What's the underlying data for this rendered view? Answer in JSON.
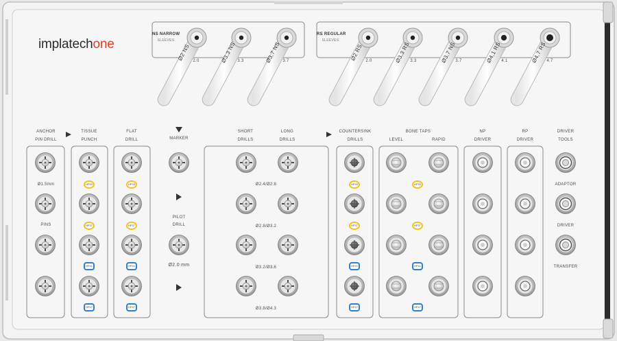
{
  "brand": {
    "main": "implatech",
    "accent": "one",
    "accent_color": "#e0402f"
  },
  "sleeves": {
    "ns": {
      "title": "NS NARROW",
      "sub": "SLEEVES",
      "items": [
        {
          "label": "Ø2 NS",
          "size": "2.0"
        },
        {
          "label": "Ø3,3 NS",
          "size": "3.3"
        },
        {
          "label": "Ø3,7 NS",
          "size": "3.7"
        }
      ]
    },
    "rs": {
      "title": "RS REGULAR",
      "sub": "SLEEVES",
      "items": [
        {
          "label": "Ø2 RS",
          "size": "2.0"
        },
        {
          "label": "Ø3,3 RS",
          "size": "3.3"
        },
        {
          "label": "Ø3,7 NS",
          "size": "3.7"
        },
        {
          "label": "Ø4,1 RS",
          "size": "4.1"
        },
        {
          "label": "Ø4,7 RS",
          "size": "4.7"
        }
      ]
    }
  },
  "headers": {
    "anchor": "ANCHOR",
    "pin_drill": "PIN DRILL",
    "tissue": "TISSUE",
    "punch": "PUNCH",
    "flat": "FLAT",
    "drill": "DRILL",
    "marker": "MARKER",
    "short": "SHORT",
    "short_drills": "DRILLS",
    "long": "LONG",
    "long_drills": "DRILLS",
    "countersink": "COUNTERSINK",
    "cs_drills": "DRILLS",
    "bone_taps": "BONE TAPS",
    "level": "LEVEL",
    "rapid": "RAPID",
    "np": "NP",
    "np_driver": "DRIVER",
    "rp": "RP",
    "rp_driver": "DRIVER",
    "driver": "DRIVER",
    "tools": "TOOLS"
  },
  "labels": {
    "anchor_size": "Ø1.5mm",
    "pins": "PINS",
    "pilot": "PILOT",
    "pilot_drill": "DRILL",
    "pilot_size": "Ø2.0 mm",
    "drill_sizes": [
      "Ø2.4/Ø2.8",
      "Ø2.8/Ø3.2",
      "Ø3.2/Ø3.6",
      "Ø3.8/Ø4.3"
    ],
    "adaptor": "ADAPTOR",
    "driver": "DRIVER",
    "transfer": "TRANSFER"
  },
  "badges": {
    "hp33": "HP33",
    "hp37": "HP37",
    "hp41": "HP41",
    "hp47": "HP47",
    "yellow": "#f2c21b",
    "blue": "#2d7fd2"
  }
}
